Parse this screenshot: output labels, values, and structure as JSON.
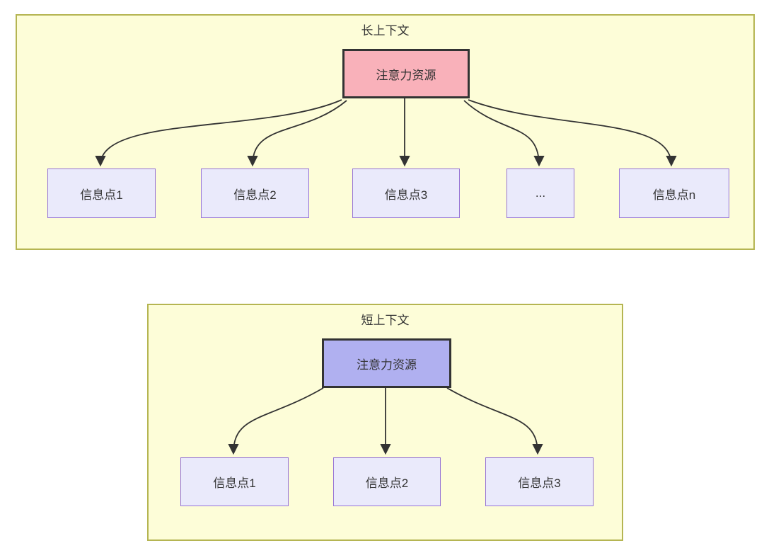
{
  "diagram": {
    "top_group": {
      "title": "长上下文",
      "source_label": "注意力资源",
      "targets": [
        "信息点1",
        "信息点2",
        "信息点3",
        "...",
        "信息点n"
      ]
    },
    "bottom_group": {
      "title": "短上下文",
      "source_label": "注意力资源",
      "targets": [
        "信息点1",
        "信息点2",
        "信息点3"
      ]
    },
    "edges": {
      "top": [
        {
          "from": "注意力资源",
          "to": "信息点1"
        },
        {
          "from": "注意力资源",
          "to": "信息点2"
        },
        {
          "from": "注意力资源",
          "to": "信息点3"
        },
        {
          "from": "注意力资源",
          "to": "..."
        },
        {
          "from": "注意力资源",
          "to": "信息点n"
        }
      ],
      "bottom": [
        {
          "from": "注意力资源",
          "to": "信息点1"
        },
        {
          "from": "注意力资源",
          "to": "信息点2"
        },
        {
          "from": "注意力资源",
          "to": "信息点3"
        }
      ]
    },
    "colors": {
      "group_background": "#fdfdd8",
      "group_border": "#b5b552",
      "long_source_fill": "#f9b1ba",
      "short_source_fill": "#b0b0f0",
      "source_border": "#333333",
      "target_fill": "#eaeafb",
      "target_border": "#9673d6",
      "arrow": "#333333",
      "text": "#333333"
    }
  }
}
